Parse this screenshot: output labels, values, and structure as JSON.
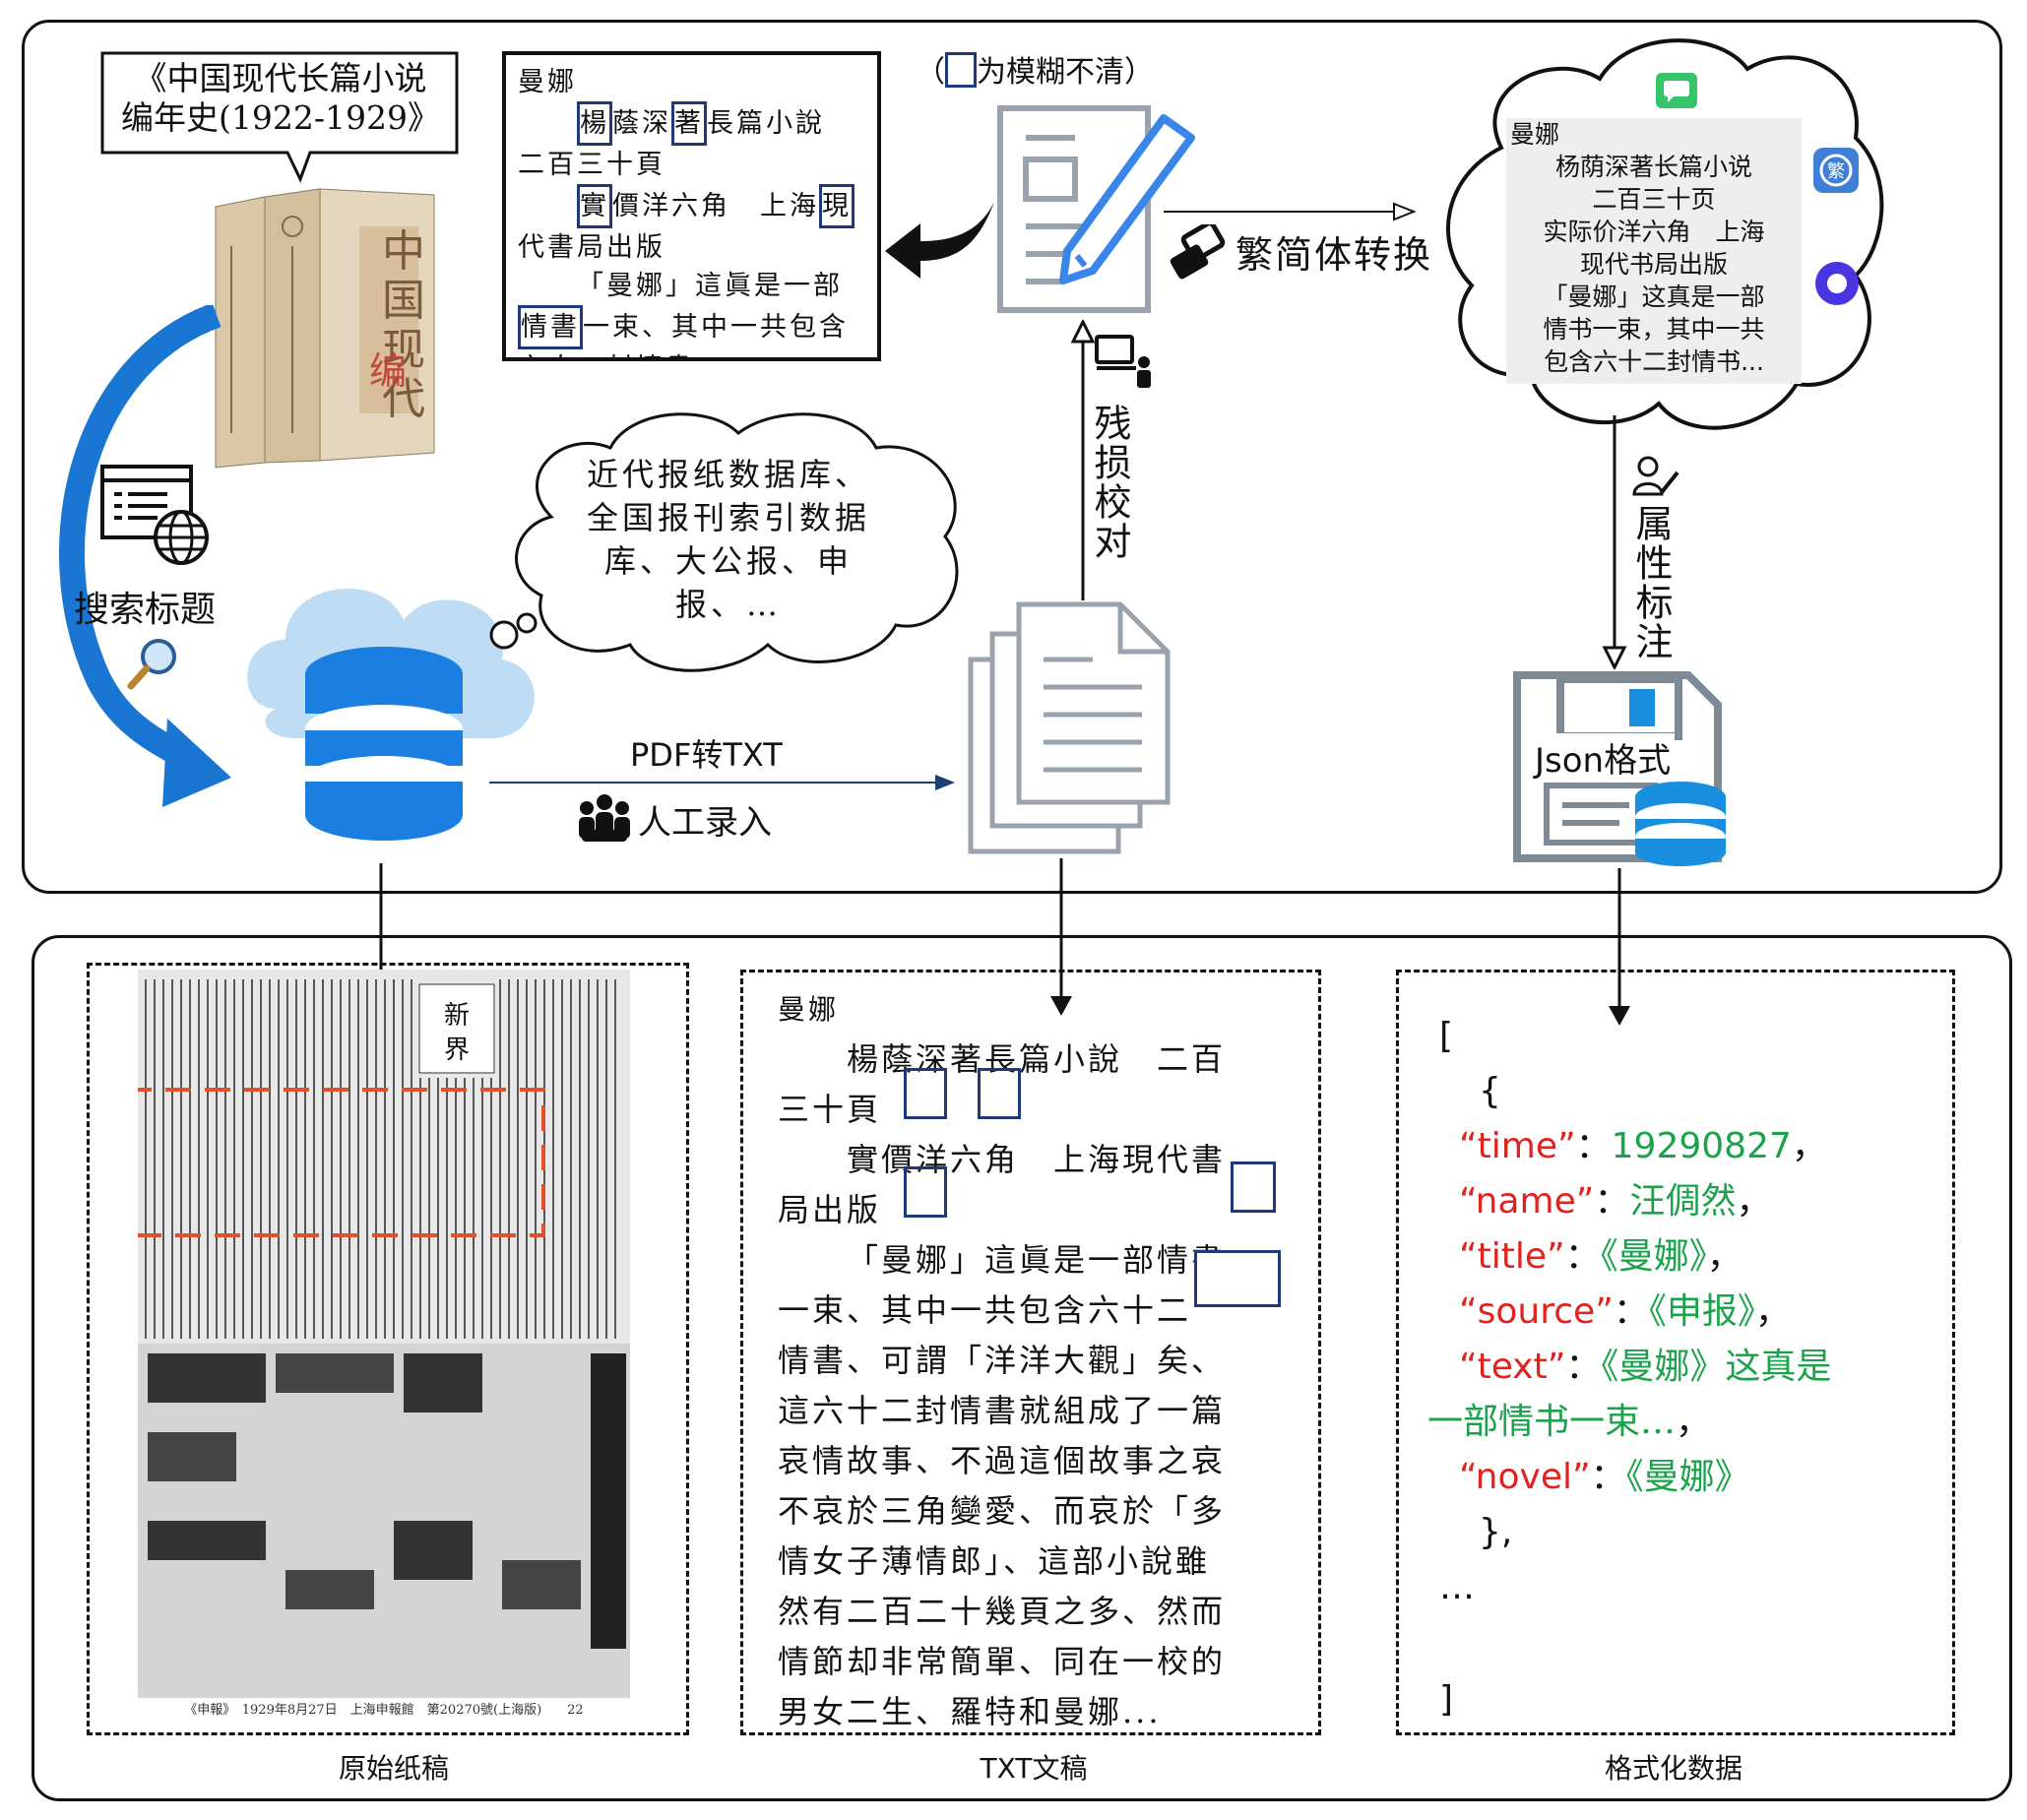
{
  "book_callout": [
    "《中国现代长篇小说",
    "编年史(1922-1929》"
  ],
  "search_label": "搜索标题",
  "db_cloud_text": [
    "近代报纸数据库、",
    "全国报刊索引数据",
    "库、大公报、申",
    "报、…"
  ],
  "pdf_to_txt_label": "PDF转TXT",
  "manual_entry_label": "人工录入",
  "proofread_label": "残损校对",
  "blurry_note": "为模糊不清）",
  "blurry_note_prefix": "（",
  "convert_label": "繁简体转换",
  "annotate_label": "属性标注",
  "json_label": "Json格式",
  "traditional_badge": "繁",
  "ocr_card": {
    "title": "曼娜",
    "l1_mark1": "楊",
    "l1_mid": "蔭深",
    "l1_mark2": "著",
    "l1_end": "長篇小說",
    "l2": "二百三十頁",
    "l3_mark": "實",
    "l3_mid": "價洋六角　上海",
    "l3_mark2": "現",
    "l4": "代書局出版",
    "l5": "「曼娜」這眞是一部",
    "l6_mark": "情書",
    "l6_end": "一束、其中一共包含",
    "l7": "六十二封情書..."
  },
  "simplified_card": [
    "曼娜",
    "杨荫深著长篇小说",
    "二百三十页",
    "实际价洋六角　上海",
    "现代书局出版",
    "「曼娜」这真是一部",
    "情书一束，其中一共",
    "包含六十二封情书..."
  ],
  "newspaper_footer": "《申報》　1929年8月27日　上海申報館　第20270號(上海版)　　22",
  "txt_doc": {
    "title": "曼娜",
    "lines": [
      "楊蔭深著長篇小說　二百",
      "三十頁",
      "實價洋六角　上海現代書",
      "局出版",
      "「曼娜」這眞是一部情書",
      "一束、其中一共包含六十二",
      "情書、可謂「洋洋大觀」矣、",
      "這六十二封情書就組成了一篇",
      "哀情故事、不過這個故事之哀",
      "不哀於三角變愛、而哀於「多",
      "情女子薄情郎」、這部小說雖",
      "然有二百二十幾頁之多、然而",
      "情節却非常簡單、同在一校的",
      "男女二生、羅特和曼娜..."
    ]
  },
  "json_doc": {
    "open_bracket": "[",
    "open_brace": "{",
    "time_key": "“time”",
    "time_val": "19290827",
    "name_key": "“name”",
    "name_val": "汪倜然",
    "title_key": "“title”",
    "title_val": "《曼娜》",
    "source_key": "“source”",
    "source_val": "《申报》",
    "text_key": "“text”",
    "text_val_1": "《曼娜》这真是",
    "text_val_2": "一部情书一束…",
    "novel_key": "“novel”",
    "novel_val": "《曼娜》",
    "close_brace": "},",
    "ellipsis": "…",
    "close_bracket": "]",
    "colon": "：",
    "comma": "，"
  },
  "captions": {
    "original": "原始纸稿",
    "txt": "TXT文稿",
    "formatted": "格式化数据"
  },
  "colors": {
    "db_blue": "#1a7fe0",
    "cloud_blue": "#bfdcf5",
    "arrow_blue": "#1976d2",
    "red": "#e0231e",
    "green": "#1aa34a",
    "doc_gray": "#9aa3ad",
    "pen_blue": "#3a86e8"
  },
  "icons": [
    "web-search-icon",
    "magnifier-icon",
    "database-icon",
    "document-stack-icon",
    "edit-document-icon",
    "people-group-icon",
    "computer-user-icon",
    "convert-icon",
    "annotate-icon",
    "floppy-database-icon",
    "chat-app-icon",
    "translate-app-icon",
    "ring-app-icon"
  ]
}
